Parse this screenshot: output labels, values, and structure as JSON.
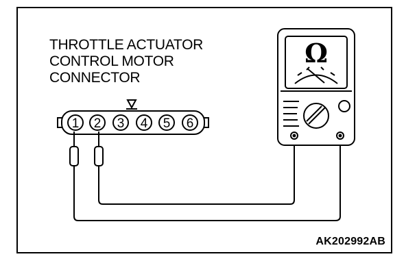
{
  "diagram": {
    "connector_title": [
      "THROTTLE ACTUATOR",
      "CONTROL MOTOR",
      "CONNECTOR"
    ],
    "pins": [
      "1",
      "2",
      "3",
      "4",
      "5",
      "6"
    ],
    "meter_symbol": "Ω",
    "figure_code": "AK202992AB"
  }
}
